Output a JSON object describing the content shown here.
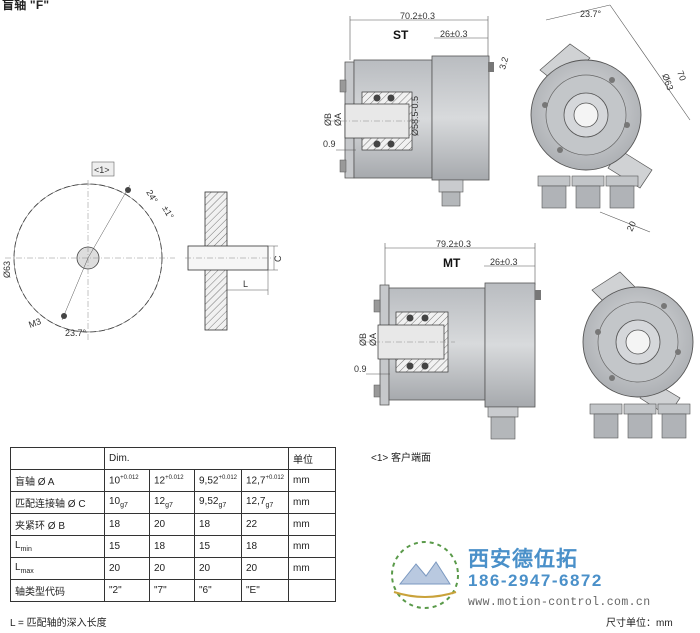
{
  "page_title": "盲轴 \"F\"",
  "views": {
    "st": {
      "label": "ST",
      "dim_total": "70.2±0.3",
      "dim_part": "26±0.3",
      "dim_dia_b": "ØB",
      "dim_dia_a": "ØA",
      "dim_dia_585": "Ø58.5-0.5",
      "dim_09": "0.9"
    },
    "st_front": {
      "angle": "23.7°",
      "dim_32": "3.2",
      "dim_70": "70",
      "dim_63": "Ø63",
      "dim_20": "20"
    },
    "mt": {
      "label": "MT",
      "dim_total": "79.2±0.3",
      "dim_part": "26±0.3",
      "dim_dia_b": "ØB",
      "dim_dia_a": "ØA",
      "dim_09": "0.9"
    },
    "flange": {
      "callout": "<1>",
      "dim_dia": "Ø63",
      "dim_angle1": "24°",
      "dim_tol": "±1°",
      "dim_m3": "M3",
      "dim_angle2": "23.7°"
    },
    "shaft_side": {
      "dim_c": "C",
      "dim_l": "L"
    }
  },
  "customer_note": "<1> 客户端面",
  "table": {
    "header": {
      "dim": "Dim.",
      "unit": "单位"
    },
    "rows": [
      {
        "label": "盲轴 Ø A",
        "values": [
          {
            "main": "10",
            "sup": "+0.012"
          },
          {
            "main": "12",
            "sup": "+0.012"
          },
          {
            "main": "9,52",
            "sup": "+0.012"
          },
          {
            "main": "12,7",
            "sup": "+0.012"
          }
        ],
        "unit": "mm"
      },
      {
        "label": "匹配连接轴 Ø C",
        "values": [
          {
            "main": "10",
            "sub": "g7"
          },
          {
            "main": "12",
            "sub": "g7"
          },
          {
            "main": "9,52",
            "sub": "g7"
          },
          {
            "main": "12,7",
            "sub": "g7"
          }
        ],
        "unit": "mm"
      },
      {
        "label": "夹紧环 Ø B",
        "values": [
          {
            "main": "18"
          },
          {
            "main": "20"
          },
          {
            "main": "18"
          },
          {
            "main": "22"
          }
        ],
        "unit": "mm"
      },
      {
        "label": "L",
        "label_sub": "min",
        "values": [
          {
            "main": "15"
          },
          {
            "main": "18"
          },
          {
            "main": "15"
          },
          {
            "main": "18"
          }
        ],
        "unit": "mm"
      },
      {
        "label": "L",
        "label_sub": "max",
        "values": [
          {
            "main": "20"
          },
          {
            "main": "20"
          },
          {
            "main": "20"
          },
          {
            "main": "20"
          }
        ],
        "unit": "mm"
      },
      {
        "label": "轴类型代码",
        "values": [
          {
            "main": "\"2\""
          },
          {
            "main": "\"7\""
          },
          {
            "main": "\"6\""
          },
          {
            "main": "\"E\""
          }
        ],
        "unit": ""
      }
    ]
  },
  "footnote": "L = 匹配轴的深入长度",
  "unit_note": "尺寸单位：mm",
  "watermark": {
    "company": "西安德伍拓",
    "phone": "186-2947-6872",
    "url": "www.motion-control.com.cn"
  }
}
